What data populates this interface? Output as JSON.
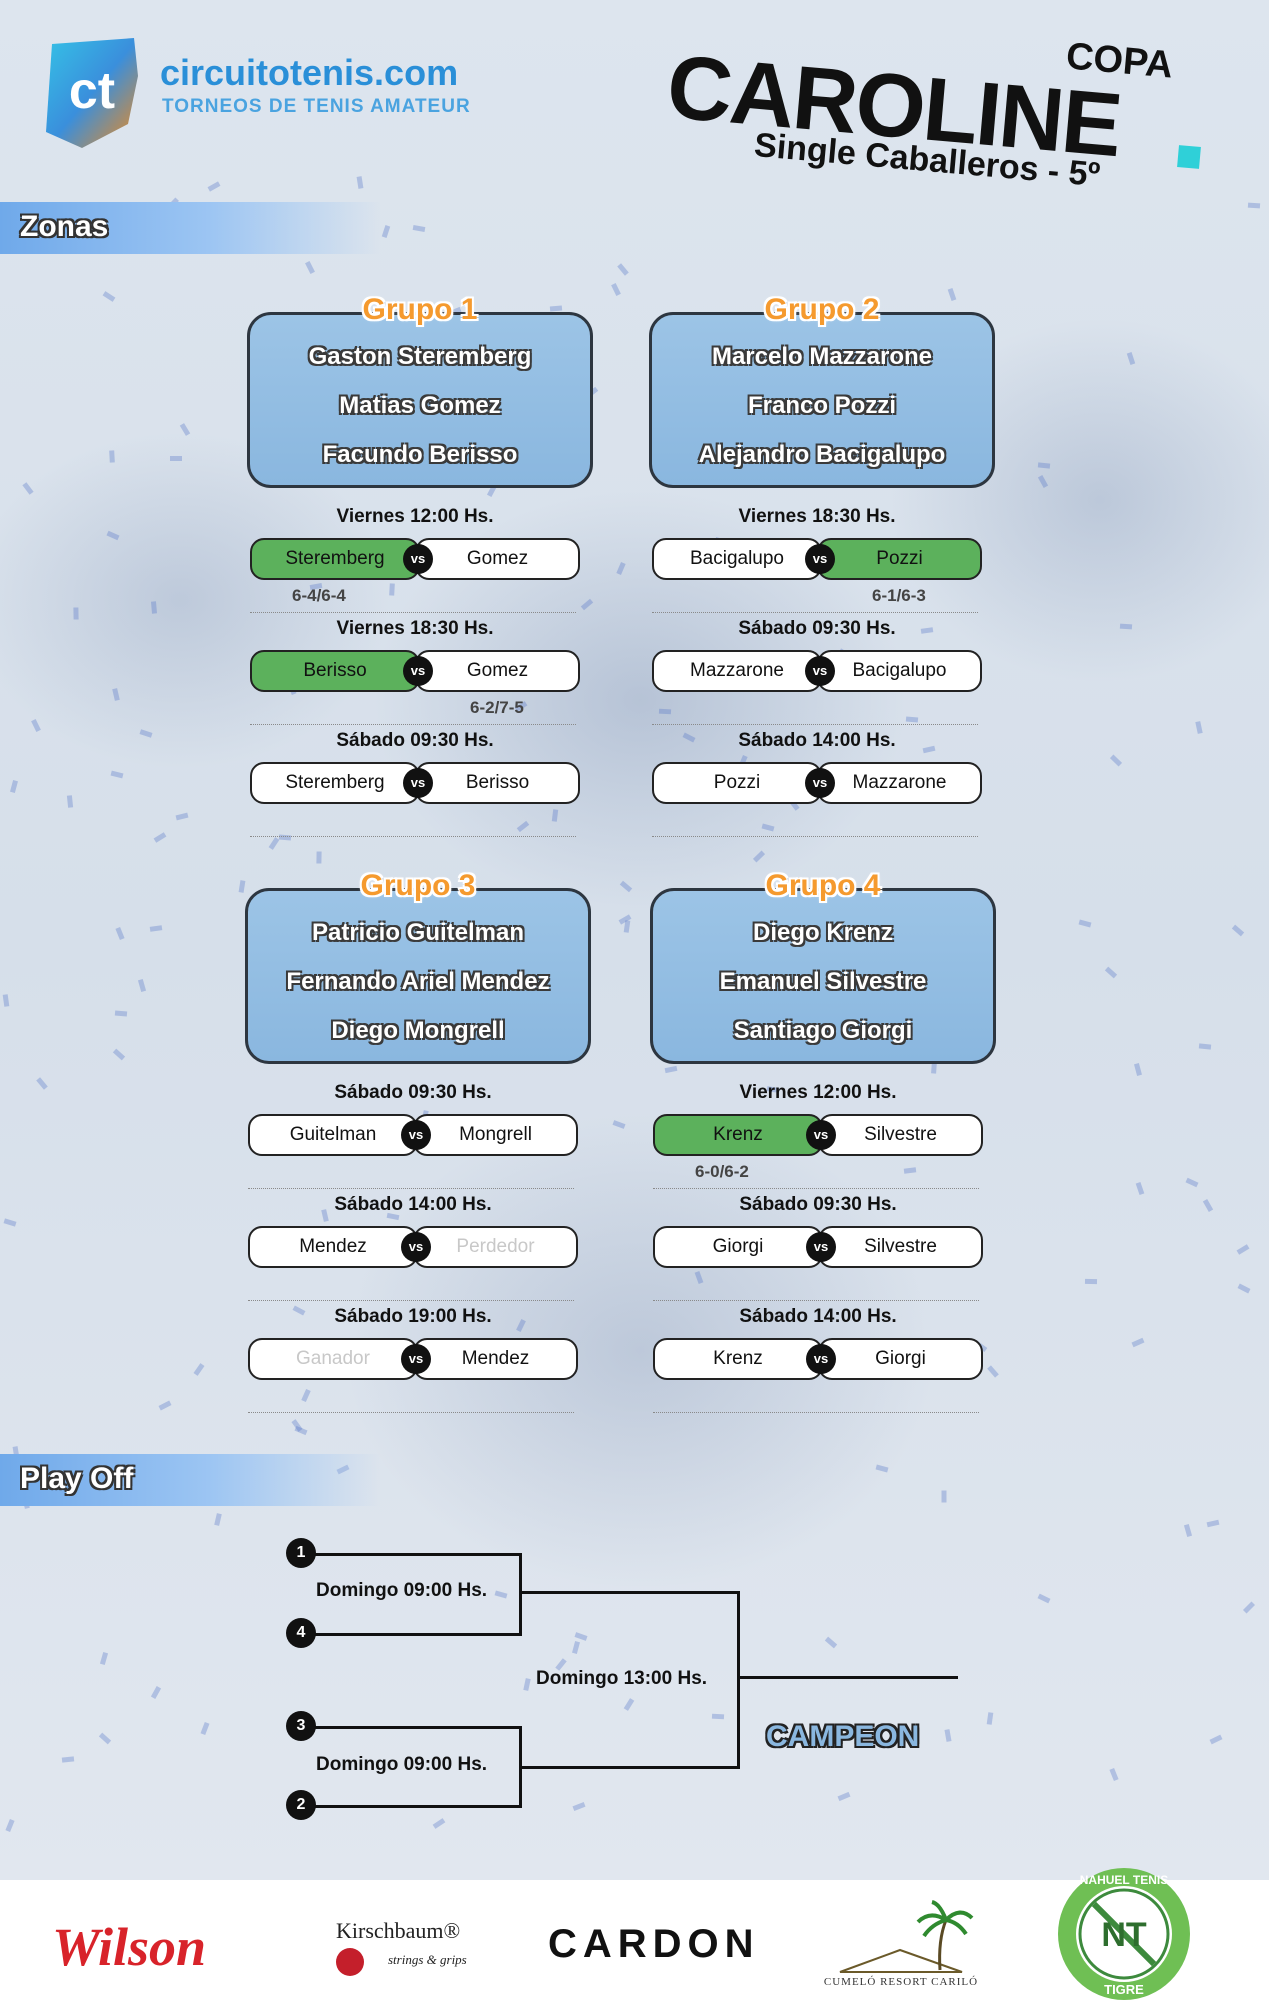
{
  "header": {
    "logo_mark": "ct",
    "site": "circuitotenis.com",
    "tagline": "TORNEOS DE TENIS AMATEUR",
    "copa": "COPA",
    "caroline": "CAROLINE",
    "category": "Single Caballeros - 5º"
  },
  "sections": {
    "zonas": "Zonas",
    "playoff": "Play Off"
  },
  "groups": [
    {
      "title": "Grupo 1",
      "players": [
        "Gaston Steremberg",
        "Matias Gomez",
        "Facundo Berisso"
      ],
      "matches": [
        {
          "time": "Viernes 12:00 Hs.",
          "left": "Steremberg",
          "right": "Gomez",
          "winner": "left",
          "score": "6-4/6-4"
        },
        {
          "time": "Viernes 18:30 Hs.",
          "left": "Berisso",
          "right": "Gomez",
          "winner": "left",
          "score": "6-2/7-5"
        },
        {
          "time": "Sábado 09:30 Hs.",
          "left": "Steremberg",
          "right": "Berisso",
          "winner": "",
          "score": ""
        }
      ]
    },
    {
      "title": "Grupo 2",
      "players": [
        "Marcelo Mazzarone",
        "Franco Pozzi",
        "Alejandro Bacigalupo"
      ],
      "matches": [
        {
          "time": "Viernes 18:30 Hs.",
          "left": "Bacigalupo",
          "right": "Pozzi",
          "winner": "right",
          "score": "6-1/6-3"
        },
        {
          "time": "Sábado 09:30 Hs.",
          "left": "Mazzarone",
          "right": "Bacigalupo",
          "winner": "",
          "score": ""
        },
        {
          "time": "Sábado 14:00 Hs.",
          "left": "Pozzi",
          "right": "Mazzarone",
          "winner": "",
          "score": ""
        }
      ]
    },
    {
      "title": "Grupo 3",
      "players": [
        "Patricio Guitelman",
        "Fernando Ariel Mendez",
        "Diego Mongrell"
      ],
      "matches": [
        {
          "time": "Sábado 09:30 Hs.",
          "left": "Guitelman",
          "right": "Mongrell",
          "winner": "",
          "score": ""
        },
        {
          "time": "Sábado 14:00 Hs.",
          "left": "Mendez",
          "right": "Perdedor",
          "winner": "",
          "score": ""
        },
        {
          "time": "Sábado 19:00 Hs.",
          "left": "Ganador",
          "right": "Mendez",
          "winner": "",
          "score": ""
        }
      ]
    },
    {
      "title": "Grupo 4",
      "players": [
        "Diego Krenz",
        "Emanuel Silvestre",
        "Santiago Giorgi"
      ],
      "matches": [
        {
          "time": "Viernes 12:00 Hs.",
          "left": "Krenz",
          "right": "Silvestre",
          "winner": "left",
          "score": "6-0/6-2"
        },
        {
          "time": "Sábado 09:30 Hs.",
          "left": "Giorgi",
          "right": "Silvestre",
          "winner": "",
          "score": ""
        },
        {
          "time": "Sábado 14:00 Hs.",
          "left": "Krenz",
          "right": "Giorgi",
          "winner": "",
          "score": ""
        }
      ]
    }
  ],
  "vs_label": "vs",
  "playoff": {
    "seeds": [
      "1",
      "4",
      "3",
      "2"
    ],
    "semi1_time": "Domingo 09:00 Hs.",
    "semi2_time": "Domingo 09:00 Hs.",
    "final_time": "Domingo 13:00 Hs.",
    "champion_label": "CAMPEON"
  },
  "sponsors": {
    "wilson": "Wilson",
    "kirschbaum": "Kirschbaum®",
    "kirschbaum_sub": "strings & grips",
    "cardon": "CARDON",
    "cumelo": "CUMELÓ RESORT CARILÓ",
    "nahuel_top": "NAHUEL TENIS",
    "nahuel_mark": "NT",
    "nahuel_bottom": "TIGRE"
  },
  "colors": {
    "winner_green": "#5cb15c",
    "group_title_orange": "#f59a2e",
    "group_box_blue": "#8ab7df",
    "brand_blue": "#2a8fd8",
    "wilson_red": "#d8232a"
  }
}
